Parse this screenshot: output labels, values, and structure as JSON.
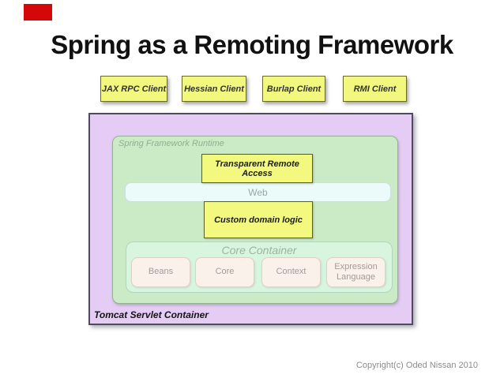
{
  "slide": {
    "title": "Spring as a Remoting Framework",
    "copyright": "Copyright(c) Oded Nissan 2010"
  },
  "clients": [
    {
      "label": "JAX RPC Client"
    },
    {
      "label": "Hessian Client"
    },
    {
      "label": "Burlap Client"
    },
    {
      "label": "RMI Client"
    }
  ],
  "diagram": {
    "outer_container_label": "Tomcat Servlet Container",
    "runtime_label": "Spring Framework Runtime",
    "transparent_remote_access_label": "Transparent Remote Access",
    "web_label": "Web",
    "custom_domain_logic_label": "Custom domain logic",
    "core_container": {
      "label": "Core Container",
      "modules": [
        {
          "label": "Beans"
        },
        {
          "label": "Core"
        },
        {
          "label": "Context"
        },
        {
          "label": "Expression Language"
        }
      ]
    }
  },
  "colors": {
    "yellow_box_fill": "#f3f87e",
    "yellow_box_border": "#5e5e1e",
    "purple_container_fill": "#e4ccf4",
    "green_runtime_fill": "#cbeac6",
    "core_container_fill": "#d7f5df",
    "module_box_fill": "#fbf1eb",
    "web_bar_fill": "#ebfbf9",
    "red_marker": "#d40808",
    "title_text": "#111111",
    "copyright_text": "#8c8c8c"
  }
}
